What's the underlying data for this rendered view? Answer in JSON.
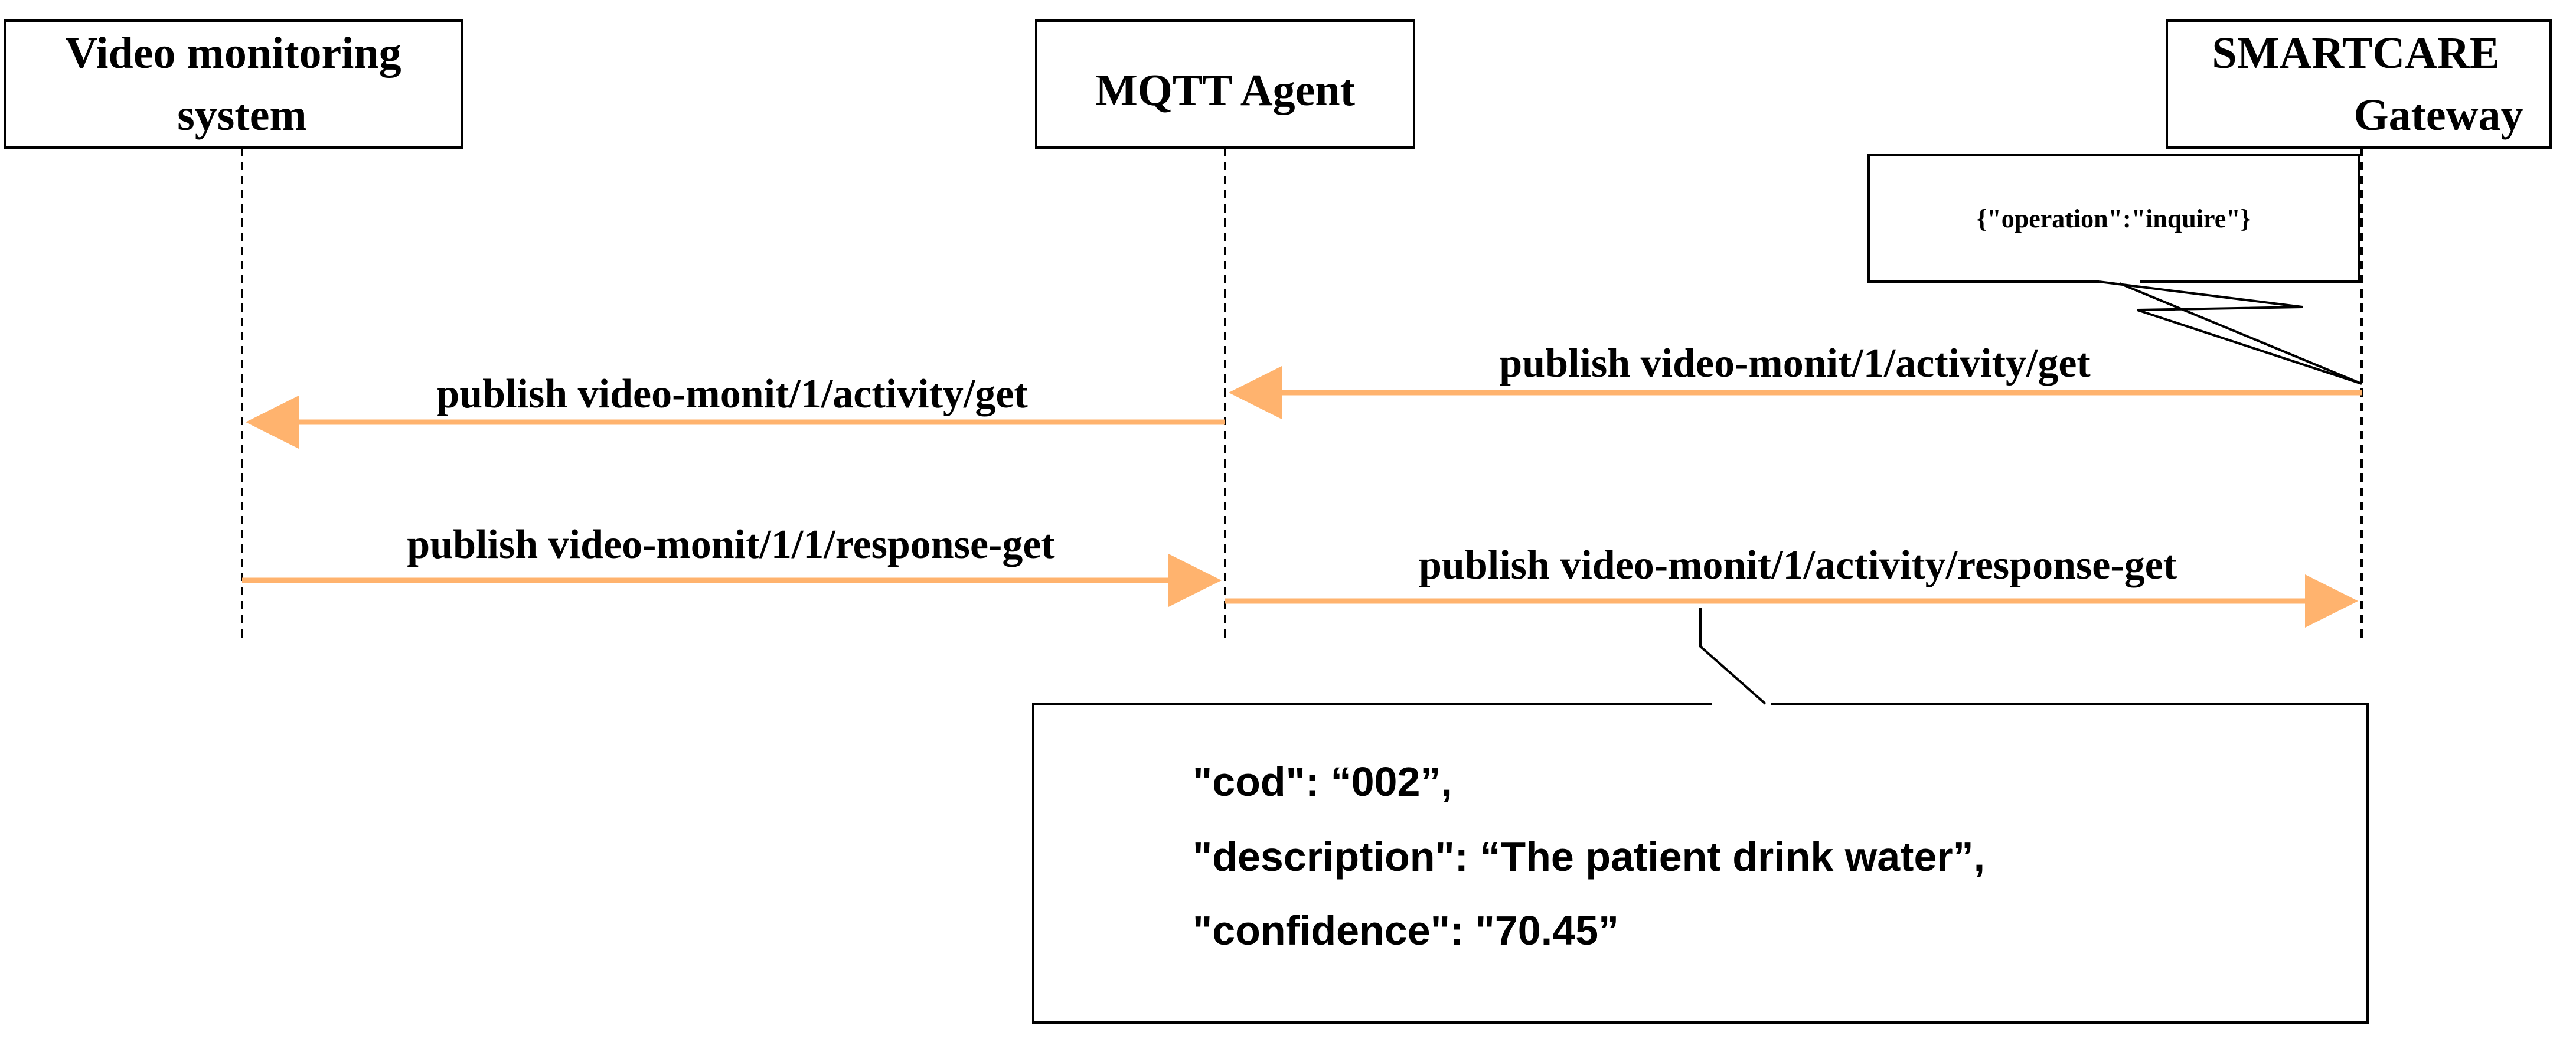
{
  "actors": {
    "video": {
      "line1": "Video monitoring",
      "line2": "system"
    },
    "mqtt": {
      "line1": "MQTT Agent"
    },
    "gateway": {
      "line1": "SMARTCARE",
      "line2": "Gateway"
    }
  },
  "messages": {
    "m1": "publish video-monit/1/activity/get",
    "m2": "publish video-monit/1/activity/get",
    "m3": "publish video-monit/1/1/response-get",
    "m4": "publish video-monit/1/activity/response-get"
  },
  "notes": {
    "operation": "{\"operation\":\"inquire\"}",
    "response": {
      "line1": "\"cod\": “002”,",
      "line2": "\"description\": “The patient drink water”,",
      "line3": "\"confidence\": \"70.45”"
    }
  },
  "colors": {
    "arrow": "#FFB36E",
    "line": "#000000"
  }
}
